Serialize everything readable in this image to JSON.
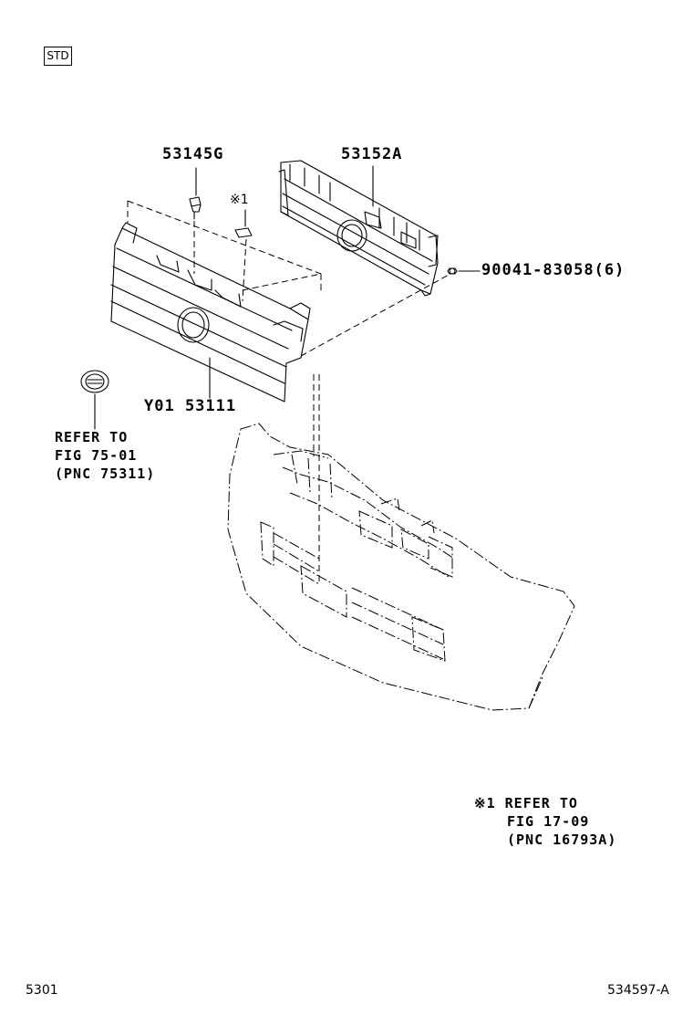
{
  "badge": "STD",
  "callouts": {
    "clip": "53145G",
    "grille_inner": "53152A",
    "screw": "90041-83058(6)",
    "grille_main": "Y01 53111",
    "mark1": "※1"
  },
  "refer_emblem": {
    "line1": "REFER TO",
    "line2": "FIG 75-01",
    "line3": "(PNC 75311)"
  },
  "refer_note": {
    "line1": "※1 REFER TO",
    "line2": "FIG 17-09",
    "line3": "(PNC 16793A)"
  },
  "footer": {
    "page_code": "5301",
    "drawing_id": "534597-A"
  }
}
